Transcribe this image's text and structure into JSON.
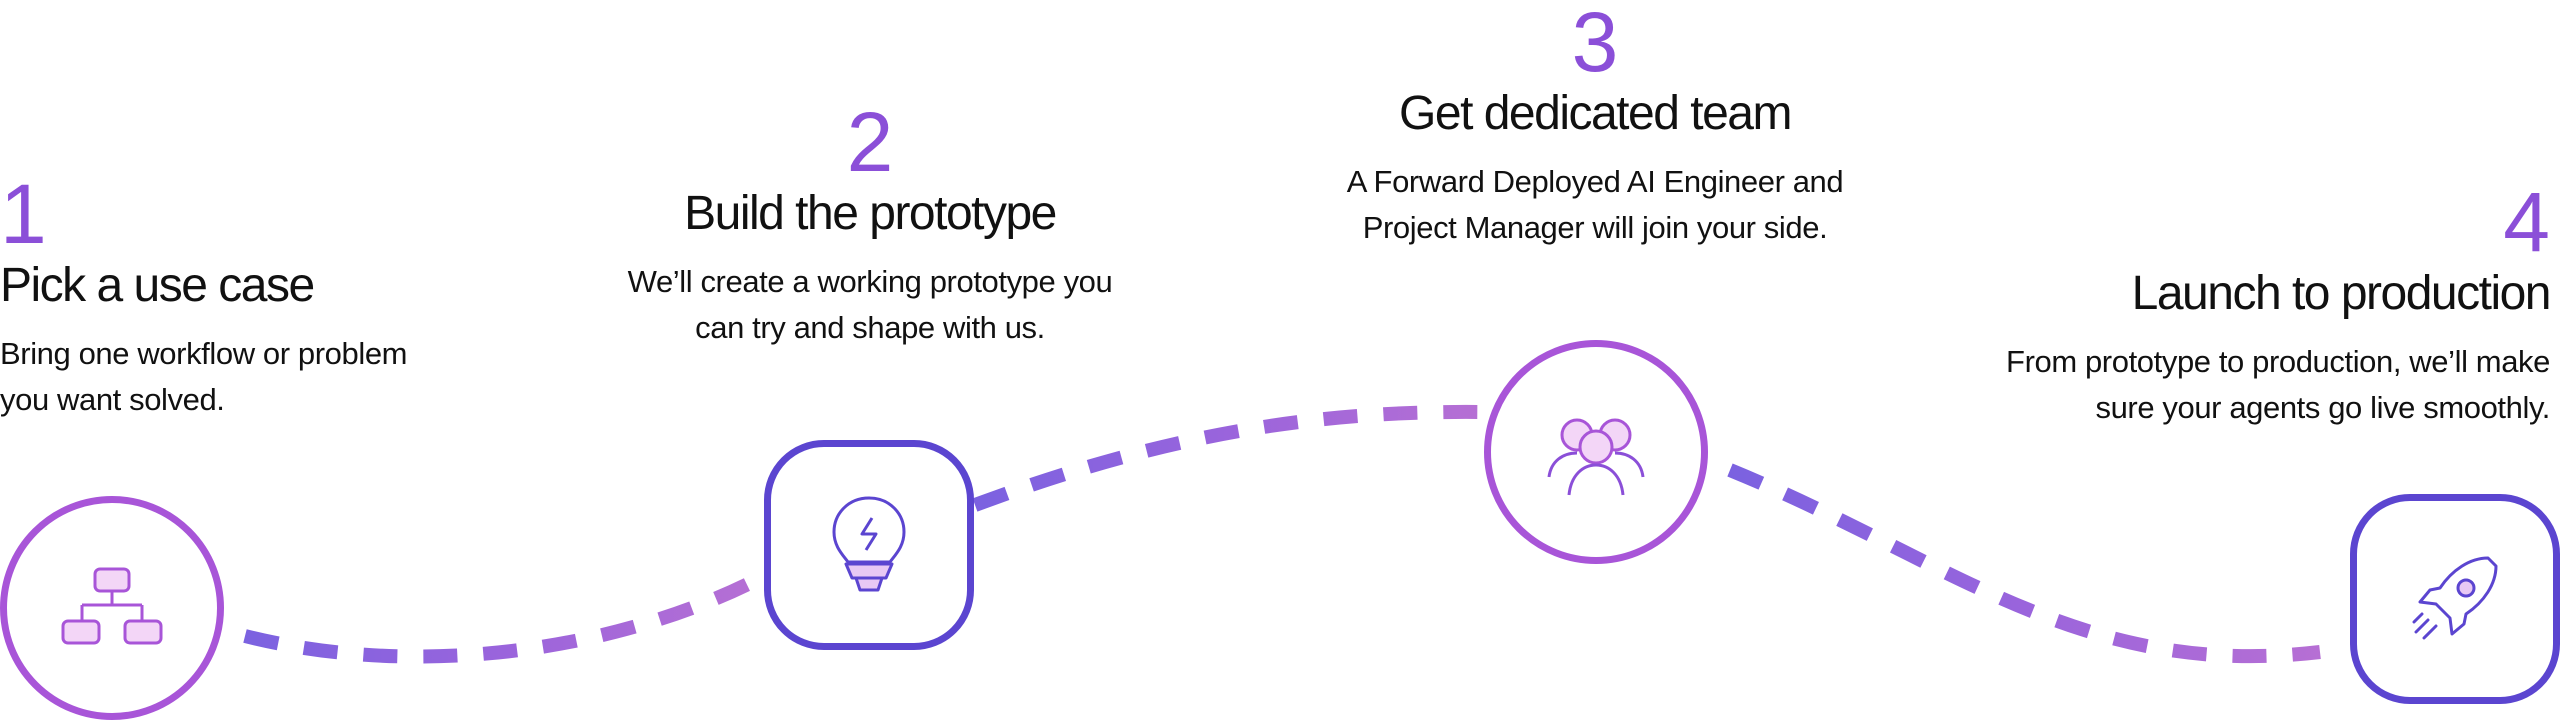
{
  "colors": {
    "number": "#8b4fd8",
    "badge_purple": "#a855d8",
    "badge_indigo": "#5b45d0",
    "line_start": "#7b5fe0",
    "line_end": "#b26dd6",
    "icon_fill": "#f3d6f7"
  },
  "steps": [
    {
      "number": "1",
      "title": "Pick a use case",
      "description": "Bring one workflow or problem you want solved.",
      "icon": "workflow-diagram-icon"
    },
    {
      "number": "2",
      "title": "Build the prototype",
      "description": "We’ll create a working prototype you can try and shape with us.",
      "icon": "lightbulb-icon"
    },
    {
      "number": "3",
      "title": "Get dedicated team",
      "description": "A Forward Deployed AI Engineer and Project Manager will join your side.",
      "icon": "team-icon"
    },
    {
      "number": "4",
      "title": "Launch to production",
      "description": "From prototype to production, we’ll make sure your agents go live smoothly.",
      "icon": "rocket-icon"
    }
  ]
}
